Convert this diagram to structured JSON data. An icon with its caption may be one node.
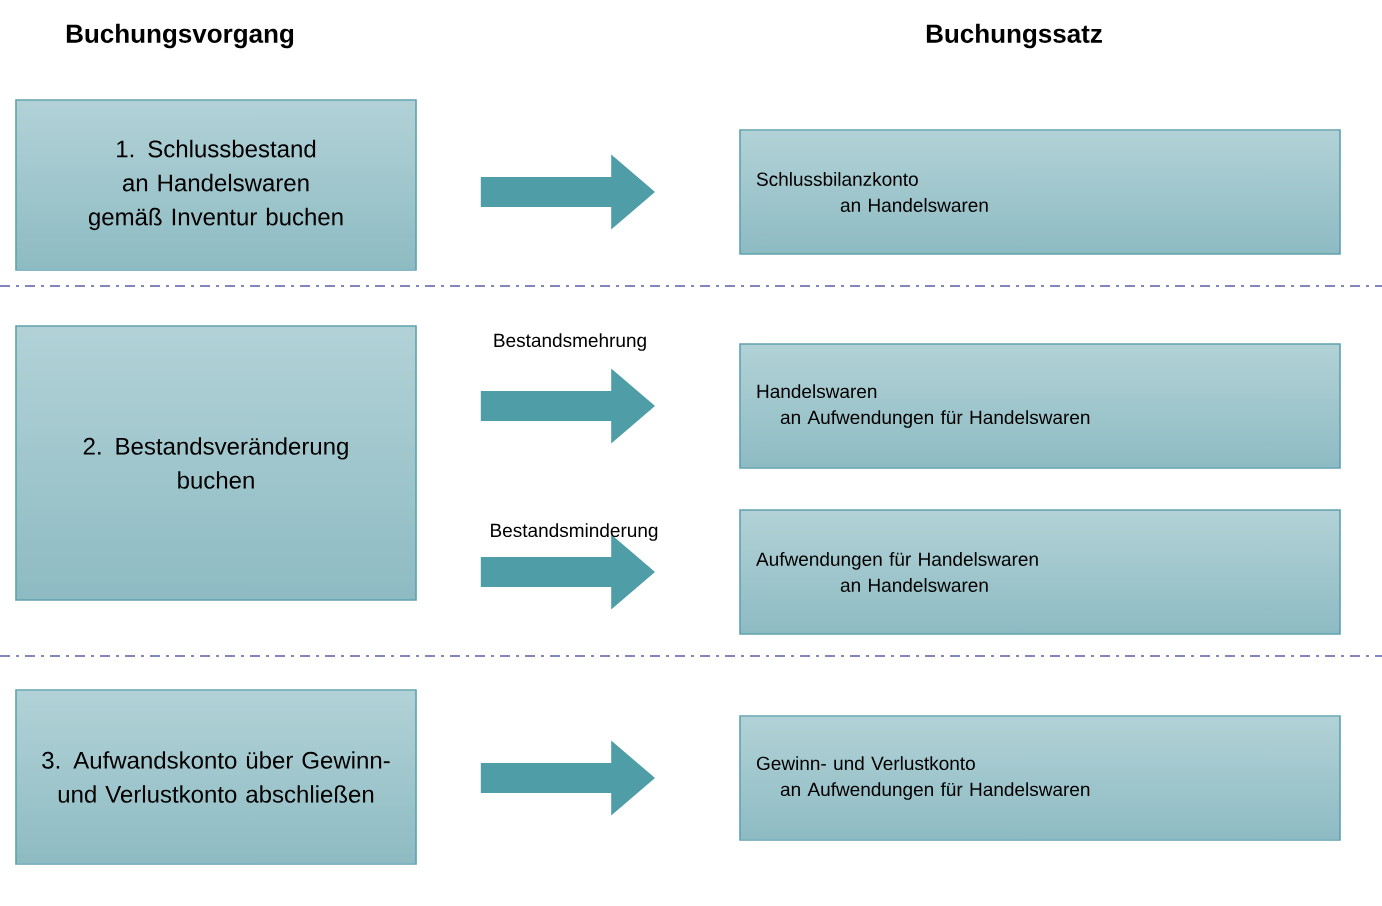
{
  "diagram": {
    "nodes": [
      {
        "text": [
          "1. Schlussbestand an Handelswaren gemäß Inventur buchen"
        ]
      },
      {
        "text": [
          "2. Bestandsveränderung buchen"
        ]
      },
      {
        "text": [
          "3. Aufwandskonto über Gewinn- und Verlustkonto abschließen"
        ]
      },
      {
        "text": [
          "Schlussbilanzkonto",
          "an Handelswaren"
        ]
      },
      {
        "text": [
          "Handelswaren",
          "an Aufwendungen für Handelswaren"
        ]
      },
      {
        "text": [
          "Aufwendungen für Handelswaren",
          "an Handelswaren"
        ]
      },
      {
        "text": [
          "Gewinn- und Verlustkonto",
          "an Aufwendungen für Handelswaren"
        ]
      }
    ],
    "edges": [
      {
        "from": 0,
        "to": 3,
        "arrow": "to"
      },
      {
        "from": 1,
        "to": 4,
        "arrow": "to",
        "label": "Bestandsmehrung"
      },
      {
        "from": 1,
        "to": 5,
        "arrow": "to",
        "label": "Bestandsminderung"
      },
      {
        "from": 2,
        "to": 6,
        "arrow": "to"
      }
    ],
    "labels": [
      "Buchungsvorgang",
      "Buchungssatz"
    ]
  }
}
